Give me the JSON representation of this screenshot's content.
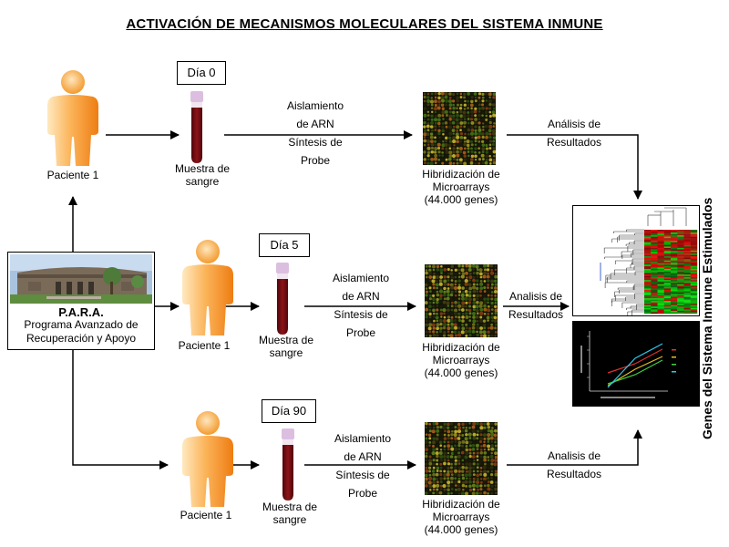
{
  "title": "ACTIVACIÓN DE MECANISMOS MOLECULARES DEL SISTEMA INMUNE",
  "side_title": "Genes del Sistema Inmune Estimulados",
  "para": {
    "acronym": "P.A.R.A.",
    "line1": "Programa Avanzado de",
    "line2": "Recuperación y Apoyo"
  },
  "rows": [
    {
      "day": "Día 0",
      "patient": "Paciente 1",
      "sample_line1": "Muestra de",
      "sample_line2": "sangre",
      "process_lines": [
        "Aislamiento",
        "de ARN",
        "Síntesis de",
        "Probe"
      ],
      "hyb_lines": [
        "Hibridización de",
        "Microarrays",
        "(44.000 genes)"
      ],
      "result_lines": [
        "Análisis de",
        "Resultados"
      ]
    },
    {
      "day": "Día 5",
      "patient": "Paciente 1",
      "sample_line1": "Muestra de",
      "sample_line2": "sangre",
      "process_lines": [
        "Aislamiento",
        "de ARN",
        "Síntesis de",
        "Probe"
      ],
      "hyb_lines": [
        "Hibridización de",
        "Microarrays",
        "(44.000 genes)"
      ],
      "result_lines": [
        "Analisis de",
        "Resultados"
      ]
    },
    {
      "day": "Día 90",
      "patient": "Paciente 1",
      "sample_line1": "Muestra de",
      "sample_line2": "sangre",
      "process_lines": [
        "Aislamiento",
        "de ARN",
        "Síntesis de",
        "Probe"
      ],
      "hyb_lines": [
        "Hibridización de",
        "Microarrays",
        "(44.000 genes)"
      ],
      "result_lines": [
        "Analisis de",
        "Resultados"
      ]
    }
  ],
  "colors": {
    "person_light": "#fde0a8",
    "person_dark": "#f08a1c",
    "blood": "#6e0c12",
    "cap": "#d9b8d9",
    "heat_red": "#e0201c",
    "heat_green": "#19b81c"
  }
}
